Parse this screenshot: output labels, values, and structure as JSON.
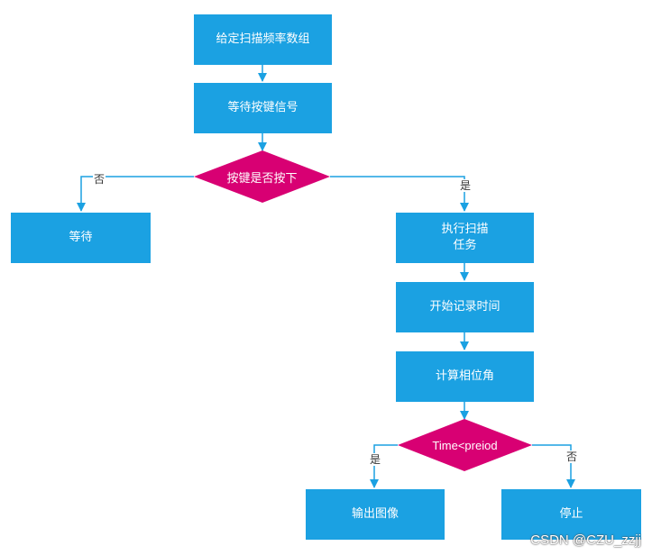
{
  "nodes": {
    "set_freq": "给定扫描频率数组",
    "wait_key": "等待按键信号",
    "key_pressed": "按键是否按下",
    "wait": "等待",
    "scan_task": "执行扫描\n任务",
    "start_timer": "开始记录时间",
    "calc_phase": "计算相位角",
    "time_check": "Time<preiod",
    "output_image": "输出图像",
    "stop": "停止"
  },
  "branch_labels": {
    "key_no": "否",
    "key_yes": "是",
    "time_yes": "是",
    "time_no": "否"
  },
  "watermark": "CSDN @CZU_zzjj",
  "colors": {
    "process": "#1ba1e2",
    "decision": "#d80073",
    "connector": "#1ba1e2"
  }
}
